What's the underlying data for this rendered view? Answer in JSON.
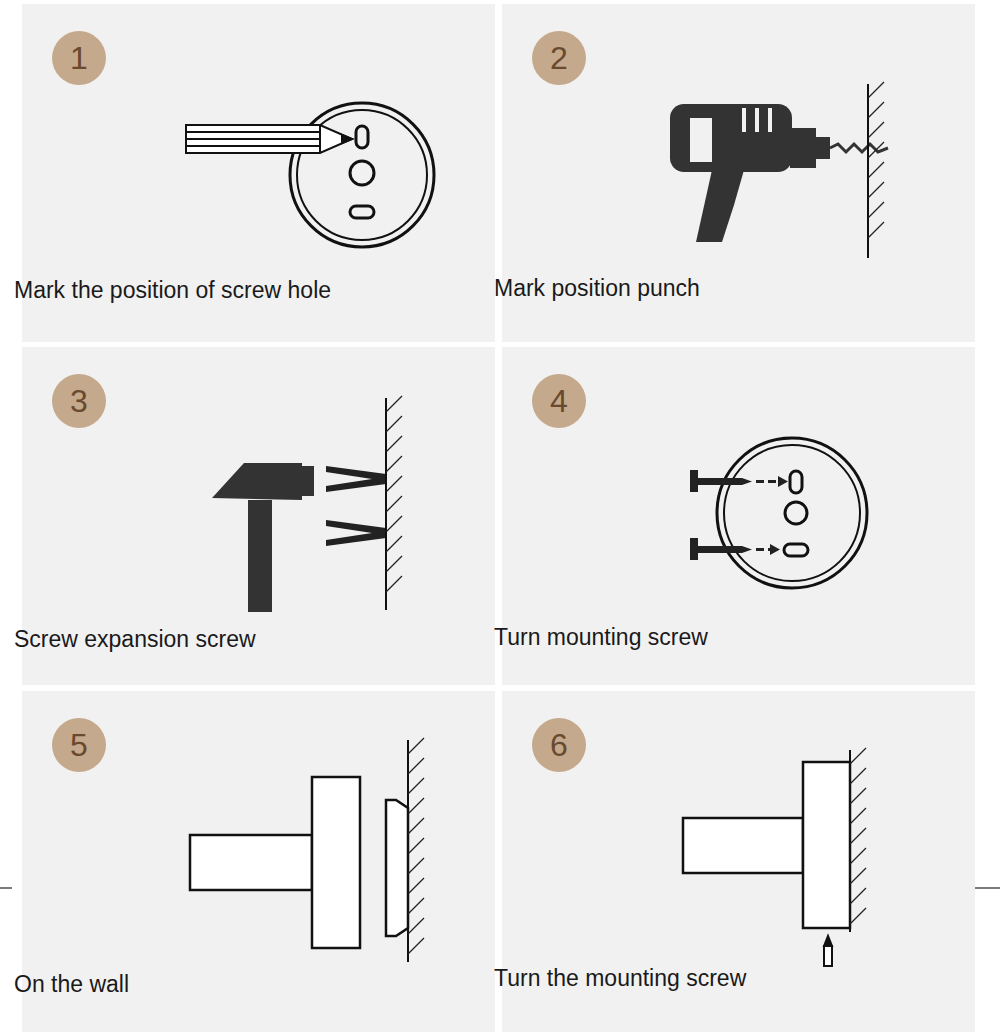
{
  "diagram": {
    "nodes": [
      {
        "text": [
          "Mark the position of screw hole"
        ]
      },
      {
        "text": [
          "1"
        ],
        "in": 0
      },
      {
        "text": [
          "Mark position punch"
        ]
      },
      {
        "text": [
          "2"
        ],
        "in": 2
      },
      {
        "text": [
          "Screw expansion screw"
        ]
      },
      {
        "text": [
          "3"
        ],
        "in": 4
      },
      {
        "text": [
          "Turn mounting screw"
        ]
      },
      {
        "text": [
          "4"
        ],
        "in": 6
      },
      {
        "text": [
          "On the wall"
        ]
      },
      {
        "text": [
          "5"
        ],
        "in": 8
      },
      {
        "text": [
          "Turn the mounting screw"
        ]
      },
      {
        "text": [
          "6"
        ],
        "in": 10
      }
    ]
  }
}
